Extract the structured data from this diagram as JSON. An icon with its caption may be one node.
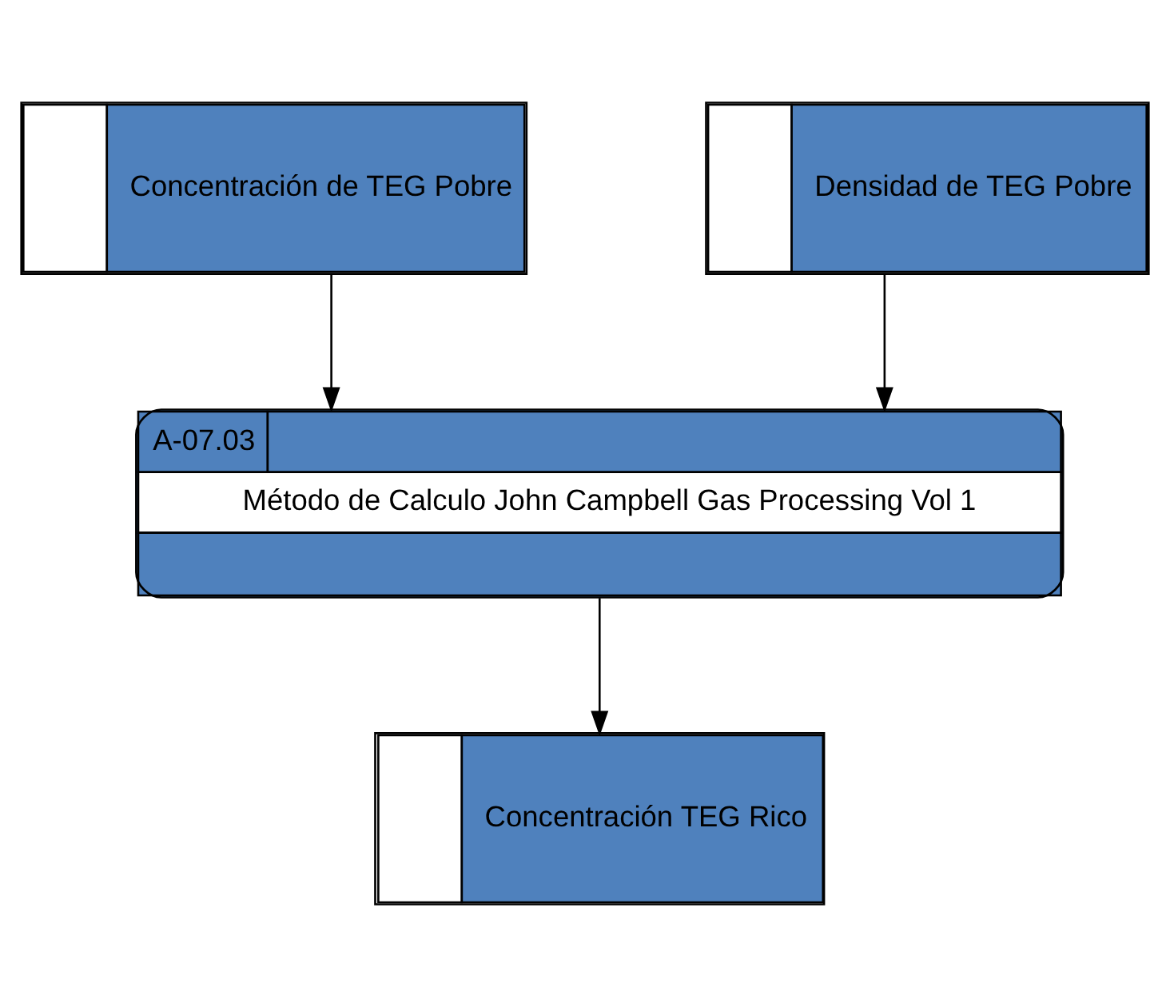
{
  "diagram": {
    "nodes": [
      {
        "text": [
          "Concentración de TEG Pobre"
        ]
      },
      {
        "text": [
          "Densidad de TEG Pobre"
        ]
      },
      {
        "text": [
          "A-07.03",
          "Método de Calculo John Campbell Gas Processing Vol 1"
        ]
      },
      {
        "text": [
          "Concentración TEG Rico"
        ]
      }
    ],
    "edges": [
      {
        "from": 0,
        "to": 2,
        "arrow": "to"
      },
      {
        "from": 1,
        "to": 2,
        "arrow": "to"
      },
      {
        "from": 2,
        "to": 3,
        "arrow": "to"
      }
    ]
  }
}
